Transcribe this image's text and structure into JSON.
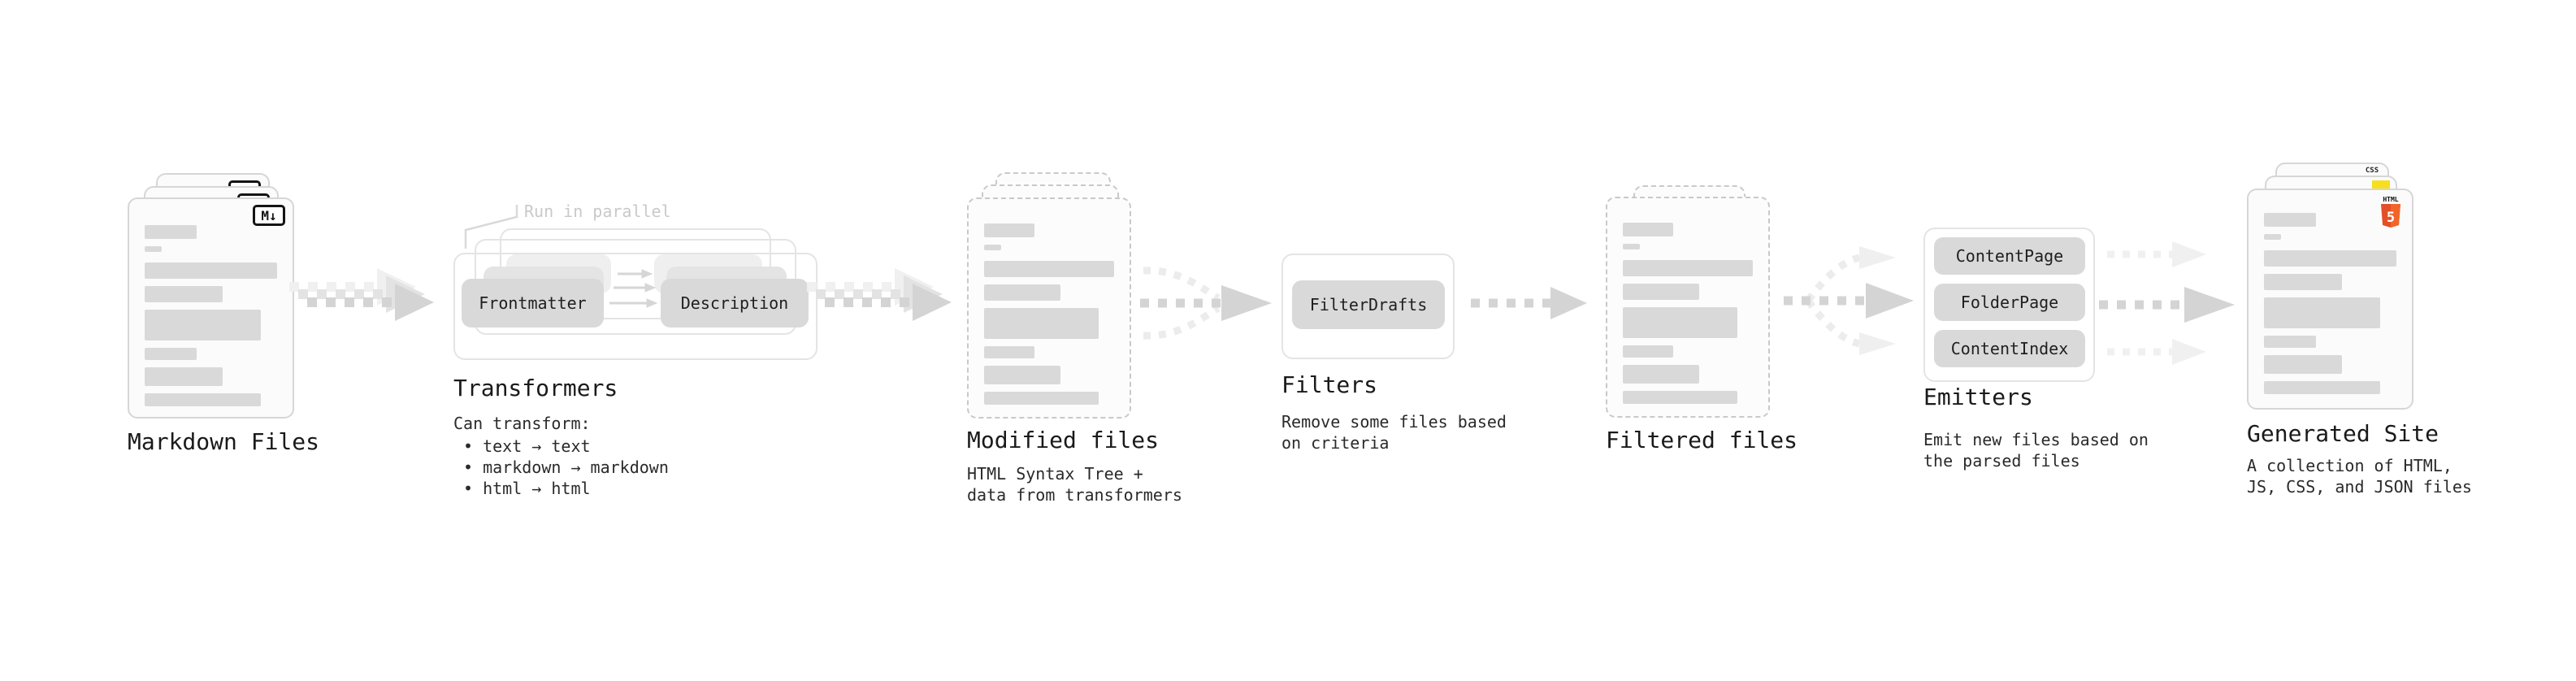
{
  "markdown": {
    "title": "Markdown Files",
    "badge": "M↓"
  },
  "transformers": {
    "parallel_label": "Run in parallel",
    "source_step": "Frontmatter",
    "target_step": "Description",
    "title": "Transformers",
    "note_title": "Can transform:",
    "notes": [
      "• text → text",
      "• markdown → markdown",
      "• html → html"
    ]
  },
  "modified": {
    "title": "Modified files",
    "subtitle_line1": "HTML Syntax Tree +",
    "subtitle_line2": "data from transformers"
  },
  "filters": {
    "title": "Filters",
    "button": "FilterDrafts",
    "subtitle_line1": "Remove some files based",
    "subtitle_line2": "on criteria"
  },
  "filtered": {
    "title": "Filtered files"
  },
  "emitters": {
    "title": "Emitters",
    "buttons": [
      "ContentPage",
      "FolderPage",
      "ContentIndex"
    ],
    "subtitle_line1": "Emit new files based on",
    "subtitle_line2": "the parsed files"
  },
  "generated": {
    "title": "Generated Site",
    "subtitle_line1": "A collection of HTML,",
    "subtitle_line2": "JS, CSS, and JSON files",
    "badges": {
      "css": "CSS",
      "html_logo": "HTML",
      "html_number": "5"
    }
  },
  "colors": {
    "html5_orange": "#e34f26",
    "html5_orange_light": "#f16529",
    "js_yellow": "#f7df1e",
    "css_blue": "#2965f1",
    "bar_gray": "#d9d9d9",
    "button_gray": "#d9d9d9",
    "arrow_gray": "#d4d4d4"
  }
}
